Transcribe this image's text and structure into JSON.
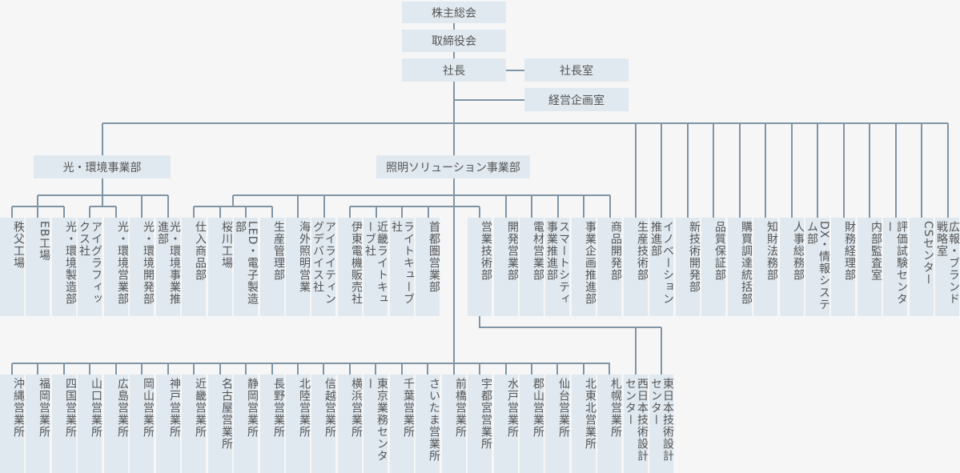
{
  "top": {
    "shareholders": "株主総会",
    "board": "取締役会",
    "president": "社長",
    "president_office": "社長室",
    "planning_office": "経営企画室"
  },
  "divisions": {
    "light_env": "光・環境事業部",
    "lighting_solution": "照明ソリューション事業部"
  },
  "row1": [
    "秩父工場",
    "EB工場",
    "光・環境製造部",
    "アイグラフィックス社",
    "光・環境営業部",
    "光・環境開発部",
    "光・環境事業推進部",
    "仕入商品部",
    "桜川工場",
    "LED・電子製造部",
    "生産管理部",
    "海外照明営業",
    "アイライティングデバイス社",
    "伊東電機販売社",
    "近畿ライトキューブ社",
    "ライトキューブ社",
    "首都圏営業部",
    "",
    "営業技術部",
    "開発営業部",
    "電材営業部",
    "スマートシティ事業推進部",
    "事業企画推進部",
    "商品開発部",
    "生産技術部",
    "イノベーション推進部",
    "新技術開発部",
    "品質保証部",
    "購買調達統括部",
    "知財法務部",
    "人事総務部",
    "DX・情報システム部",
    "財務経理部",
    "内部監査室",
    "評価試験センター",
    "CSセンター",
    "広報・ブランド戦略室"
  ],
  "row2": [
    "沖縄営業所",
    "福岡営業所",
    "四国営業所",
    "山口営業所",
    "広島営業所",
    "岡山営業所",
    "神戸営業所",
    "近畿営業所",
    "名古屋営業所",
    "静岡営業所",
    "長野営業所",
    "北陸営業所",
    "信越営業所",
    "横浜営業所",
    "東京業務センター",
    "千葉営業所",
    "さいたま営業所",
    "前橋営業所",
    "宇都宮営業所",
    "水戸営業所",
    "郡山営業所",
    "仙台営業所",
    "北東北営業所",
    "札幌営業所",
    "西日本技術設計センター",
    "東日本技術設計センター"
  ],
  "colors": {
    "box": "#e0e9f0",
    "line": "#7f95a5",
    "background": "#f6f6f6"
  }
}
